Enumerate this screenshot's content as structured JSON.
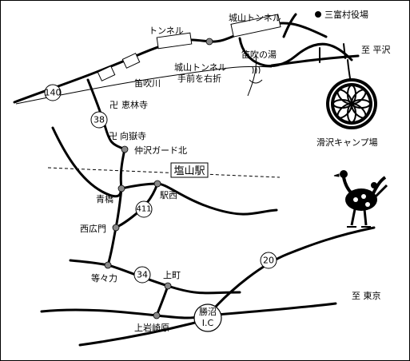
{
  "map": {
    "roads": {
      "route_140": "140",
      "route_38": "38",
      "route_411": "411",
      "route_34": "34",
      "route_20": "20"
    },
    "landmarks": {
      "tunnel": "トンネル",
      "shiroyama_tunnel": "城山トンネル",
      "mitomi_office": "三富村役場",
      "to_hirasawa": "至 平沢",
      "fuefuki_spa": "笛吹の湯",
      "turn_line1": "城山トンネル",
      "turn_line2": "手前を右折",
      "fuefuki_river": "笛吹川",
      "keirinji": "恵林寺",
      "kogokuji": "向嶽寺",
      "nakazawa_guard": "仲沢ガード北",
      "enzan_station": "塩山駅",
      "ekinishi": "駅西",
      "aohashi": "青橋",
      "nishihiromon": "西広門",
      "todoroki": "等々力",
      "kamimachi": "上町",
      "to_tokyo": "至 東京",
      "katsunuma_ic_line1": "勝沼",
      "katsunuma_ic_line2": "I.C",
      "kamiiwasakihara": "上岩崎原",
      "namesawa_camp": "滑沢キャンプ場"
    },
    "temple_symbol": "卍"
  }
}
